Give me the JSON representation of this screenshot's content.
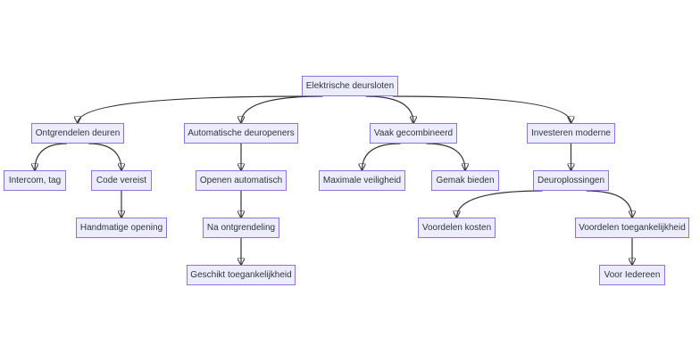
{
  "diagram": {
    "type": "flowchart-tree",
    "colors": {
      "node_fill": "#ececff",
      "node_border": "#9370db",
      "edge": "#333333",
      "text": "#333333"
    },
    "nodes": [
      {
        "id": "root",
        "label": "Elektrische deursloten"
      },
      {
        "id": "n1",
        "label": "Ontgrendelen deuren"
      },
      {
        "id": "n2",
        "label": "Automatische deuropeners"
      },
      {
        "id": "n3",
        "label": "Vaak gecombineerd"
      },
      {
        "id": "n4",
        "label": "Investeren moderne"
      },
      {
        "id": "n5",
        "label": "Intercom, tag"
      },
      {
        "id": "n6",
        "label": "Code vereist"
      },
      {
        "id": "n7",
        "label": "Handmatige opening"
      },
      {
        "id": "n8",
        "label": "Openen automatisch"
      },
      {
        "id": "n9",
        "label": "Na ontgrendeling"
      },
      {
        "id": "n10",
        "label": "Geschikt toegankelijkheid"
      },
      {
        "id": "n11",
        "label": "Maximale veiligheid"
      },
      {
        "id": "n12",
        "label": "Gemak bieden"
      },
      {
        "id": "n13",
        "label": "Deuroplossingen"
      },
      {
        "id": "n14",
        "label": "Voordelen kosten"
      },
      {
        "id": "n15",
        "label": "Voordelen toegankelijkheid"
      },
      {
        "id": "n16",
        "label": "Voor Iedereen"
      }
    ],
    "edges": [
      [
        "root",
        "n1"
      ],
      [
        "root",
        "n2"
      ],
      [
        "root",
        "n3"
      ],
      [
        "root",
        "n4"
      ],
      [
        "n1",
        "n5"
      ],
      [
        "n1",
        "n6"
      ],
      [
        "n6",
        "n7"
      ],
      [
        "n2",
        "n8"
      ],
      [
        "n8",
        "n9"
      ],
      [
        "n9",
        "n10"
      ],
      [
        "n3",
        "n11"
      ],
      [
        "n3",
        "n12"
      ],
      [
        "n4",
        "n13"
      ],
      [
        "n13",
        "n14"
      ],
      [
        "n13",
        "n15"
      ],
      [
        "n15",
        "n16"
      ]
    ]
  }
}
